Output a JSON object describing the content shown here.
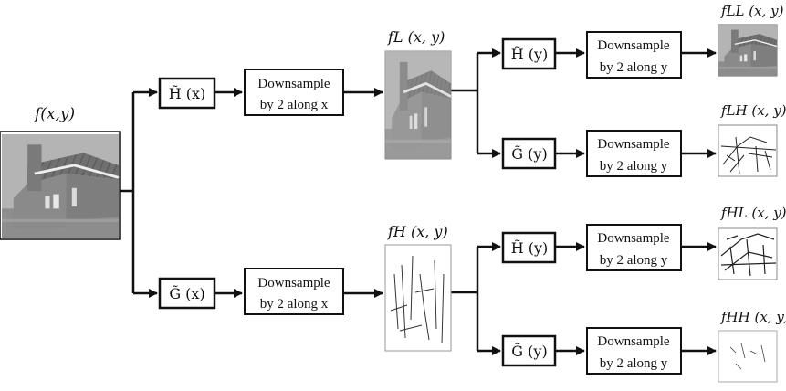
{
  "input_label": "f(x,y)",
  "filters": {
    "h_x": "H̃ (x)",
    "g_x": "G̃ (x)",
    "h_y": "H̃ (y)",
    "g_y": "G̃ (y)"
  },
  "downsample": {
    "word": "Downsample",
    "along_x": "by 2 along x",
    "along_y": "by 2 along y"
  },
  "intermediate": {
    "low": "fL (x, y)",
    "high": "fH (x, y)"
  },
  "outputs": {
    "ll": "fLL (x, y)",
    "lh": "fLH  (x, y)",
    "hl": "fHL (x, y)",
    "hh": "fHH  (x, y)"
  }
}
